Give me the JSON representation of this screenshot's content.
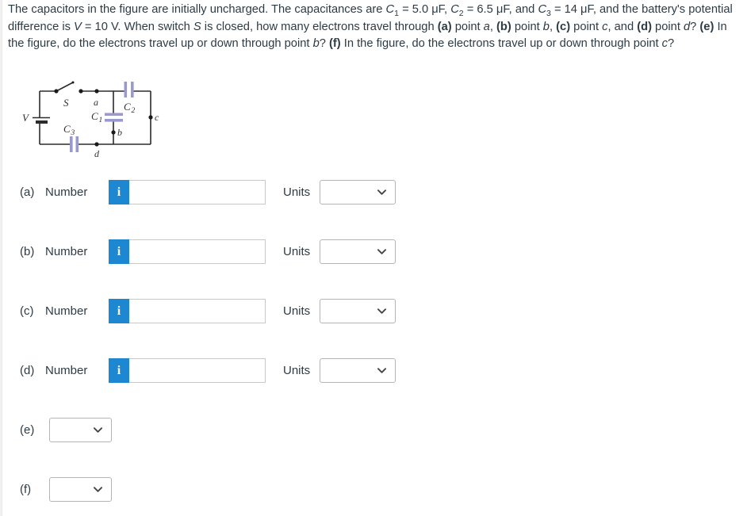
{
  "colors": {
    "accent_blue": "#1e87d2",
    "text": "#2d3b45",
    "capacitor_plate": "#9a99ce",
    "wire": "#2b2b2b"
  },
  "question": {
    "segments": [
      {
        "t": "The capacitors in the figure are initially uncharged. The capacitances are "
      },
      {
        "t": "C",
        "i": true
      },
      {
        "t": "1",
        "sub": true
      },
      {
        "t": " = 5.0 μF, "
      },
      {
        "t": "C",
        "i": true
      },
      {
        "t": "2",
        "sub": true
      },
      {
        "t": " = 6.5 μF, and "
      },
      {
        "t": "C",
        "i": true
      },
      {
        "t": "3",
        "sub": true
      },
      {
        "t": " = 14 μF, and the battery's potential difference is "
      },
      {
        "t": "V",
        "i": true
      },
      {
        "t": " = 10 V. When switch "
      },
      {
        "t": "S",
        "i": true
      },
      {
        "t": " is closed, how many electrons travel through "
      },
      {
        "t": "(a)",
        "b": true
      },
      {
        "t": " point "
      },
      {
        "t": "a",
        "i": true
      },
      {
        "t": ", "
      },
      {
        "t": "(b)",
        "b": true
      },
      {
        "t": " point "
      },
      {
        "t": "b",
        "i": true
      },
      {
        "t": ", "
      },
      {
        "t": "(c)",
        "b": true
      },
      {
        "t": " point "
      },
      {
        "t": "c",
        "i": true
      },
      {
        "t": ", and "
      },
      {
        "t": "(d)",
        "b": true
      },
      {
        "t": " point "
      },
      {
        "t": "d",
        "i": true
      },
      {
        "t": "? "
      },
      {
        "t": "(e)",
        "b": true
      },
      {
        "t": " In the figure, do the electrons travel up or down through point "
      },
      {
        "t": "b",
        "i": true
      },
      {
        "t": "? "
      },
      {
        "t": "(f)",
        "b": true
      },
      {
        "t": " In the figure, do the electrons travel up or down through point "
      },
      {
        "t": "c",
        "i": true
      },
      {
        "t": "?"
      }
    ]
  },
  "figure": {
    "labels": {
      "battery": "V",
      "switch": "S",
      "point_a": "a",
      "point_b": "b",
      "point_c": "c",
      "point_d": "d",
      "cap1": {
        "base": "C",
        "sub": "1"
      },
      "cap2": {
        "base": "C",
        "sub": "2"
      },
      "cap3": {
        "base": "C",
        "sub": "3"
      }
    }
  },
  "answers": {
    "labels": {
      "number": "Number",
      "units": "Units"
    },
    "rows": [
      {
        "part": "(a)",
        "value": "",
        "units_value": ""
      },
      {
        "part": "(b)",
        "value": "",
        "units_value": ""
      },
      {
        "part": "(c)",
        "value": "",
        "units_value": ""
      },
      {
        "part": "(d)",
        "value": "",
        "units_value": ""
      }
    ],
    "dir_rows": [
      {
        "part": "(e)",
        "value": ""
      },
      {
        "part": "(f)",
        "value": ""
      }
    ]
  },
  "icons": {
    "info": "i"
  }
}
